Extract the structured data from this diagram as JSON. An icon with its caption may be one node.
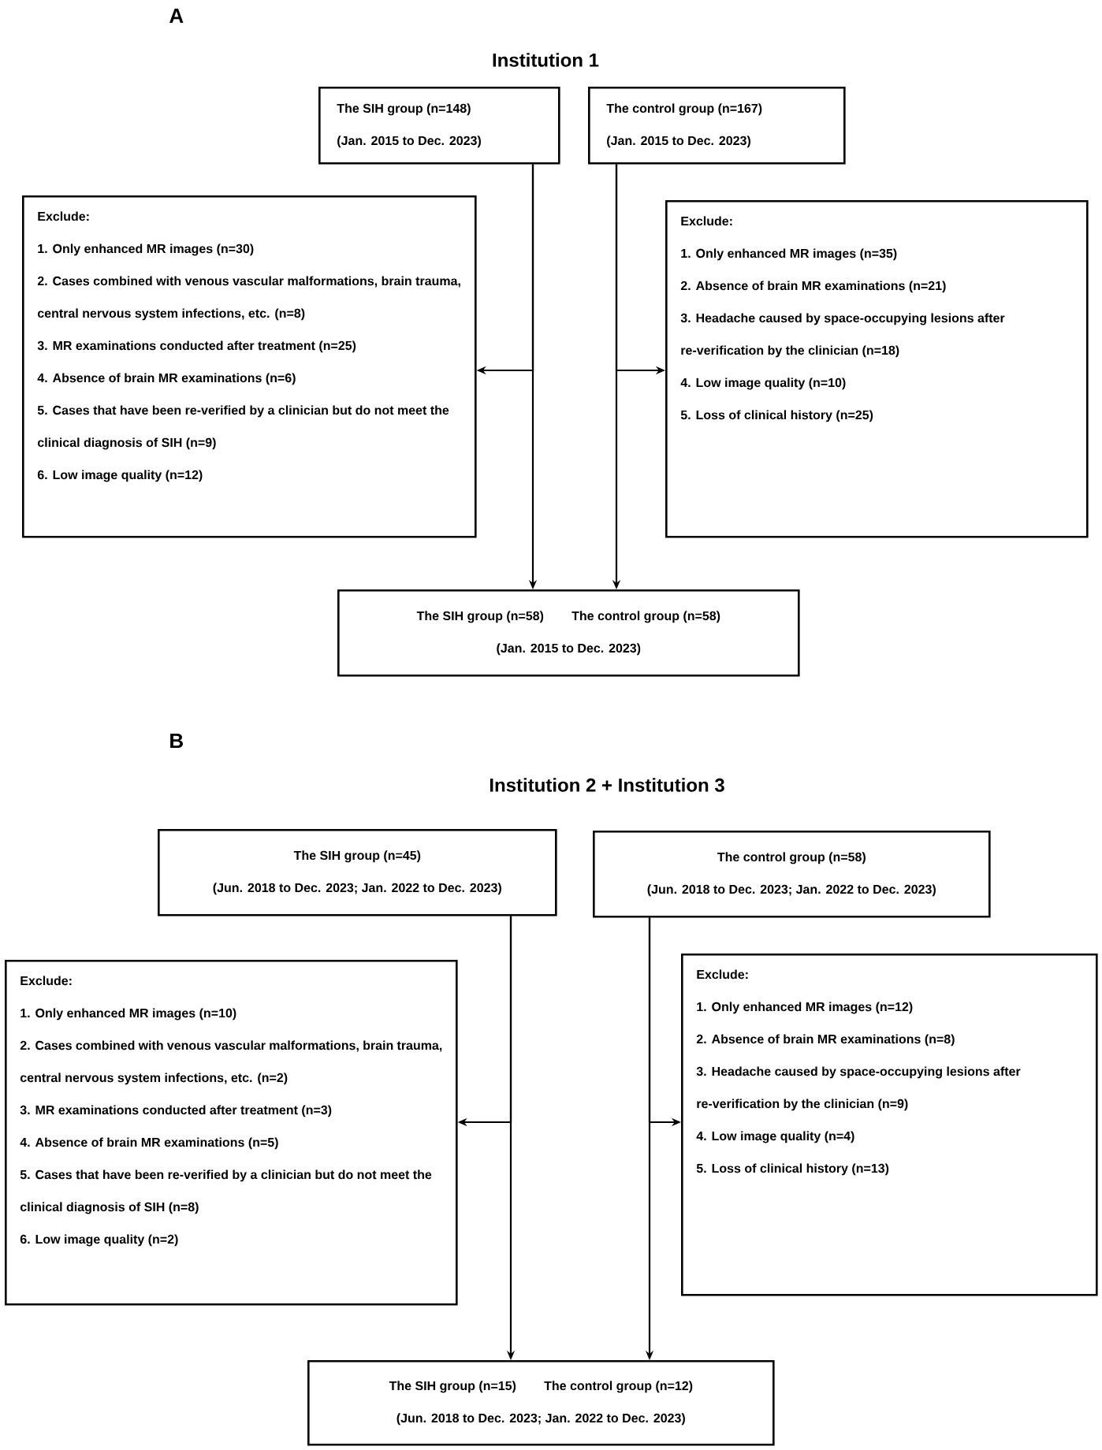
{
  "diagram": {
    "nodes": [
      {
        "text": [
          "The SIH group (n=148)",
          "(Jan. 2015 to Dec. 2023)"
        ]
      },
      {
        "text": [
          "The control group (n=167)",
          "(Jan. 2015 to Dec. 2023)"
        ]
      },
      {
        "text": [
          "Exclude:",
          "1.  Only enhanced MR images (n=30)",
          "2. Cases combined with venous vascular malformations, brain trauma, central nervous system infections, etc. (n=8)",
          "3. MR examinations conducted after treatment (n=25)",
          "4. Absence of brain MR examinations (n=6)",
          "5. Cases that have been re-verified by a clinician but do not meet the clinical diagnosis of SIH (n=9)",
          "6. Low image quality (n=12)"
        ]
      },
      {
        "text": [
          "Exclude:",
          "1.  Only enhanced MR images (n=35)",
          "2. Absence of brain MR examinations (n=21)",
          "3. Headache caused by space-occupying lesions after re-verification by the clinician (n=18)",
          "4. Low image quality (n=10)",
          "5. Loss of clinical history (n=25)"
        ]
      },
      {
        "text": [
          "The SIH group (n=58)",
          "The control group (n=58)",
          "(Jan. 2015 to Dec. 2023)"
        ]
      },
      {
        "text": [
          "The SIH group (n=45)",
          "(Jun. 2018 to Dec. 2023; Jan. 2022 to Dec. 2023)"
        ]
      },
      {
        "text": [
          "The control group (n=58)",
          "(Jun. 2018 to Dec. 2023; Jan. 2022 to Dec. 2023)"
        ]
      },
      {
        "text": [
          "Exclude:",
          "1.  Only enhanced MR images (n=10)",
          "2. Cases combined with venous vascular malformations, brain trauma, central nervous system infections, etc. (n=2)",
          "3. MR examinations conducted after treatment (n=3)",
          "4. Absence of brain MR examinations (n=5)",
          "5. Cases that have been re-verified by a clinician but do not meet the clinical diagnosis of SIH (n=8)",
          "6. Low image quality (n=2)"
        ]
      },
      {
        "text": [
          "Exclude:",
          "1.  Only enhanced MR images (n=12)",
          "2. Absence of brain MR examinations (n=8)",
          "3. Headache caused by space-occupying lesions after re-verification by the clinician (n=9)",
          "4. Low image quality (n=4)",
          "5. Loss of clinical history (n=13)"
        ]
      },
      {
        "text": [
          "The SIH group (n=15)",
          "The control group (n=12)",
          "(Jun. 2018 to Dec. 2023; Jan. 2022 to Dec. 2023)"
        ]
      }
    ],
    "edges": [
      {
        "from": 0,
        "to": 4,
        "arrow": "to"
      },
      {
        "from": 1,
        "to": 4,
        "arrow": "to"
      },
      {
        "from": 0,
        "to": 2,
        "arrow": "to"
      },
      {
        "from": 1,
        "to": 3,
        "arrow": "to"
      },
      {
        "from": 5,
        "to": 9,
        "arrow": "to"
      },
      {
        "from": 6,
        "to": 9,
        "arrow": "to"
      },
      {
        "from": 5,
        "to": 7,
        "arrow": "to"
      },
      {
        "from": 6,
        "to": 8,
        "arrow": "to"
      }
    ],
    "labels": [
      "A",
      "Institution 1",
      "B",
      "Institution 2 + Institution 3"
    ]
  }
}
